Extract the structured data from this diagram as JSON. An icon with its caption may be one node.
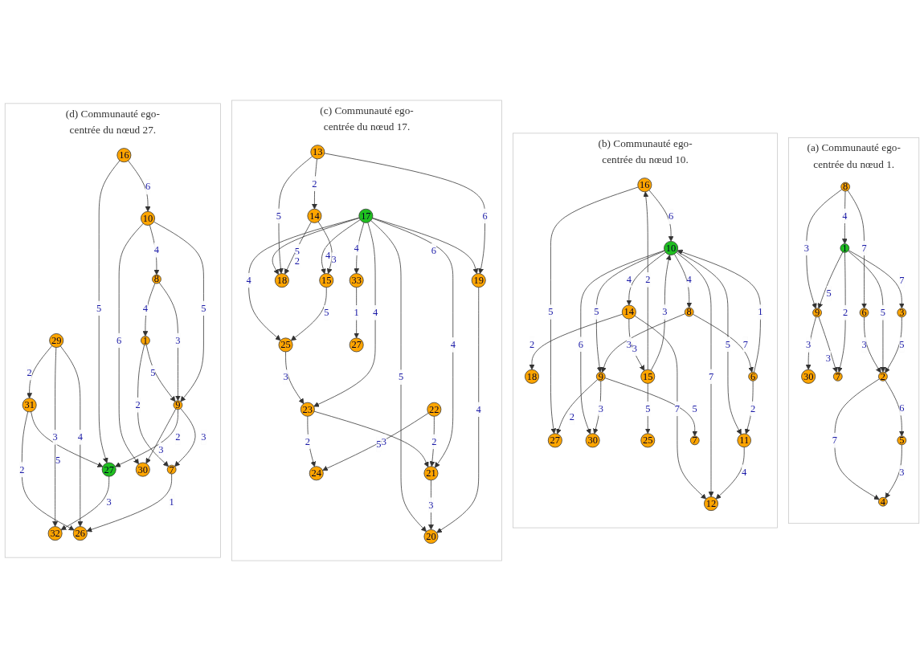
{
  "diagram": {
    "nodes": [
      {
        "text": [
          "(a) Communauté ego-centrée du nœud 1."
        ]
      },
      {
        "text": [
          "(b) Communauté ego-centrée du nœud 10."
        ]
      },
      {
        "text": [
          "(c) Communauté ego-centrée du nœud 17."
        ]
      },
      {
        "text": [
          "(d) Communauté ego-centrée du nœud 27."
        ]
      },
      {
        "text": [
          "30"
        ],
        "in": 0
      },
      {
        "text": [
          "8"
        ],
        "in": 0
      },
      {
        "text": [
          "9"
        ],
        "in": 0
      },
      {
        "text": [
          "6"
        ],
        "in": 0
      },
      {
        "text": [
          "1"
        ],
        "in": 0
      },
      {
        "text": [
          "7"
        ],
        "in": 0
      },
      {
        "text": [
          "2"
        ],
        "in": 0
      },
      {
        "text": [
          "3"
        ],
        "in": 0
      },
      {
        "text": [
          "5"
        ],
        "in": 0
      },
      {
        "text": [
          "4"
        ],
        "in": 0
      },
      {
        "text": [
          "18"
        ],
        "in": 1
      },
      {
        "text": [
          "16"
        ],
        "in": 1
      },
      {
        "text": [
          "27"
        ],
        "in": 1
      },
      {
        "text": [
          "15"
        ],
        "in": 1
      },
      {
        "text": [
          "30"
        ],
        "in": 1
      },
      {
        "text": [
          "10"
        ],
        "in": 1
      },
      {
        "text": [
          "14"
        ],
        "in": 1
      },
      {
        "text": [
          "6"
        ],
        "in": 1
      },
      {
        "text": [
          "12"
        ],
        "in": 1
      },
      {
        "text": [
          "7"
        ],
        "in": 1
      },
      {
        "text": [
          "11"
        ],
        "in": 1
      },
      {
        "text": [
          "8"
        ],
        "in": 1
      },
      {
        "text": [
          "25"
        ],
        "in": 1
      },
      {
        "text": [
          "9"
        ],
        "in": 1
      },
      {
        "text": [
          "25"
        ],
        "in": 2
      },
      {
        "text": [
          "23"
        ],
        "in": 2
      },
      {
        "text": [
          "24"
        ],
        "in": 2
      },
      {
        "text": [
          "22"
        ],
        "in": 2
      },
      {
        "text": [
          "18"
        ],
        "in": 2
      },
      {
        "text": [
          "17"
        ],
        "in": 2
      },
      {
        "text": [
          "21"
        ],
        "in": 2
      },
      {
        "text": [
          "13"
        ],
        "in": 2
      },
      {
        "text": [
          "20"
        ],
        "in": 2
      },
      {
        "text": [
          "14"
        ],
        "in": 2
      },
      {
        "text": [
          "19"
        ],
        "in": 2
      },
      {
        "text": [
          "15"
        ],
        "in": 2
      },
      {
        "text": [
          "33"
        ],
        "in": 2
      },
      {
        "text": [
          "27"
        ],
        "in": 2
      },
      {
        "text": [
          "29"
        ],
        "in": 3
      },
      {
        "text": [
          "31"
        ],
        "in": 3
      },
      {
        "text": [
          "30"
        ],
        "in": 3
      },
      {
        "text": [
          "32"
        ],
        "in": 3
      },
      {
        "text": [
          "26"
        ],
        "in": 3
      },
      {
        "text": [
          "27"
        ],
        "in": 3
      },
      {
        "text": [
          "1"
        ],
        "in": 3
      },
      {
        "text": [
          "16"
        ],
        "in": 3
      },
      {
        "text": [
          "7"
        ],
        "in": 3
      },
      {
        "text": [
          "10"
        ],
        "in": 3
      },
      {
        "text": [
          "8"
        ],
        "in": 3
      },
      {
        "text": [
          "9"
        ],
        "in": 3
      }
    ],
    "edges": [
      {
        "from": 5,
        "to": 6,
        "arrow": "to",
        "label": "3"
      },
      {
        "from": 6,
        "to": 4,
        "arrow": "to",
        "label": "3"
      },
      {
        "from": 6,
        "to": 9,
        "arrow": "to",
        "label": "3"
      },
      {
        "from": 5,
        "to": 7,
        "arrow": "to",
        "label": "7"
      },
      {
        "from": 5,
        "to": 8,
        "arrow": "to",
        "label": "4"
      },
      {
        "from": 8,
        "to": 6,
        "arrow": "to",
        "label": "5"
      },
      {
        "from": 8,
        "to": 9,
        "arrow": "to",
        "label": "2"
      },
      {
        "from": 7,
        "to": 10,
        "arrow": "to",
        "label": "3"
      },
      {
        "from": 8,
        "to": 10,
        "arrow": "to",
        "label": "5"
      },
      {
        "from": 8,
        "to": 11,
        "arrow": "to",
        "label": "7"
      },
      {
        "from": 11,
        "to": 10,
        "arrow": "to",
        "label": "5"
      },
      {
        "from": 10,
        "to": 12,
        "arrow": "to",
        "label": "6"
      },
      {
        "from": 10,
        "to": 13,
        "arrow": "to",
        "label": "7"
      },
      {
        "from": 12,
        "to": 13,
        "arrow": "to",
        "label": "3"
      },
      {
        "from": 15,
        "to": 16,
        "arrow": "to",
        "label": "5"
      },
      {
        "from": 17,
        "to": 15,
        "arrow": "to",
        "label": "2"
      },
      {
        "from": 20,
        "to": 14,
        "arrow": "to",
        "label": "2"
      },
      {
        "from": 15,
        "to": 19,
        "arrow": "to",
        "label": "6"
      },
      {
        "from": 17,
        "to": 19,
        "arrow": "to",
        "label": "3"
      },
      {
        "from": 19,
        "to": 18,
        "arrow": "to",
        "label": "6"
      },
      {
        "from": 21,
        "to": 19,
        "arrow": "to",
        "label": "1"
      },
      {
        "from": 19,
        "to": 20,
        "arrow": "to",
        "label": "4"
      },
      {
        "from": 20,
        "to": 17,
        "arrow": "to",
        "label": "3"
      },
      {
        "from": 20,
        "to": 22,
        "arrow": "to",
        "label": "7"
      },
      {
        "from": 19,
        "to": 22,
        "arrow": "to",
        "label": "7"
      },
      {
        "from": 17,
        "to": 26,
        "arrow": "to",
        "label": "5"
      },
      {
        "from": 19,
        "to": 24,
        "arrow": "to",
        "label": "5"
      },
      {
        "from": 21,
        "to": 24,
        "arrow": "to",
        "label": "2"
      },
      {
        "from": 19,
        "to": 27,
        "arrow": "to",
        "label": "5"
      },
      {
        "from": 19,
        "to": 25,
        "arrow": "to",
        "label": "4"
      },
      {
        "from": 24,
        "to": 22,
        "arrow": "to",
        "label": "4"
      },
      {
        "from": 27,
        "to": 16,
        "arrow": "to",
        "label": "2"
      },
      {
        "from": 27,
        "to": 18,
        "arrow": "to",
        "label": "3"
      },
      {
        "from": 25,
        "to": 21,
        "arrow": "to",
        "label": "7"
      },
      {
        "from": 27,
        "to": 23,
        "arrow": "to",
        "label": "5"
      },
      {
        "from": 25,
        "to": 27,
        "arrow": "to",
        "label": "3"
      },
      {
        "from": 28,
        "to": 29,
        "arrow": "to",
        "label": "3"
      },
      {
        "from": 29,
        "to": 30,
        "arrow": "to",
        "label": "2"
      },
      {
        "from": 31,
        "to": 30,
        "arrow": "to",
        "label": "3"
      },
      {
        "from": 33,
        "to": 29,
        "arrow": "to",
        "label": "4"
      },
      {
        "from": 33,
        "to": 28,
        "arrow": "to",
        "label": "4"
      },
      {
        "from": 39,
        "to": 28,
        "arrow": "to",
        "label": "5"
      },
      {
        "from": 29,
        "to": 34,
        "arrow": "to",
        "label": "5"
      },
      {
        "from": 31,
        "to": 34,
        "arrow": "to",
        "label": "2"
      },
      {
        "from": 33,
        "to": 32,
        "arrow": "to",
        "label": "5"
      },
      {
        "from": 33,
        "to": 34,
        "arrow": "to",
        "label": "4"
      },
      {
        "from": 35,
        "to": 32,
        "arrow": "to",
        "label": "5"
      },
      {
        "from": 37,
        "to": 32,
        "arrow": "to",
        "label": "2"
      },
      {
        "from": 35,
        "to": 37,
        "arrow": "to",
        "label": "2"
      },
      {
        "from": 33,
        "to": 36,
        "arrow": "to",
        "label": "5"
      },
      {
        "from": 34,
        "to": 36,
        "arrow": "to",
        "label": "3"
      },
      {
        "from": 33,
        "to": 38,
        "arrow": "to",
        "label": "6"
      },
      {
        "from": 35,
        "to": 38,
        "arrow": "to",
        "label": "6"
      },
      {
        "from": 33,
        "to": 39,
        "arrow": "to",
        "label": "4"
      },
      {
        "from": 37,
        "to": 39,
        "arrow": "to",
        "label": "3"
      },
      {
        "from": 38,
        "to": 36,
        "arrow": "to",
        "label": "4"
      },
      {
        "from": 33,
        "to": 40,
        "arrow": "to",
        "label": "4"
      },
      {
        "from": 40,
        "to": 41,
        "arrow": "to",
        "label": "1"
      },
      {
        "from": 42,
        "to": 43,
        "arrow": "to",
        "label": "2"
      },
      {
        "from": 42,
        "to": 45,
        "arrow": "to",
        "label": "3"
      },
      {
        "from": 42,
        "to": 46,
        "arrow": "to",
        "label": "4"
      },
      {
        "from": 43,
        "to": 46,
        "arrow": "to",
        "label": "2"
      },
      {
        "from": 43,
        "to": 47,
        "arrow": "to",
        "label": "5"
      },
      {
        "from": 47,
        "to": 45,
        "arrow": "to",
        "label": "3"
      },
      {
        "from": 50,
        "to": 46,
        "arrow": "to",
        "label": "1"
      },
      {
        "from": 49,
        "to": 47,
        "arrow": "to",
        "label": "5"
      },
      {
        "from": 49,
        "to": 51,
        "arrow": "to",
        "label": "6"
      },
      {
        "from": 51,
        "to": 44,
        "arrow": "to",
        "label": "6"
      },
      {
        "from": 53,
        "to": 44,
        "arrow": "to",
        "label": "3"
      },
      {
        "from": 53,
        "to": 47,
        "arrow": "to",
        "label": "2"
      },
      {
        "from": 48,
        "to": 50,
        "arrow": "to",
        "label": "2"
      },
      {
        "from": 52,
        "to": 48,
        "arrow": "to",
        "label": "4"
      },
      {
        "from": 48,
        "to": 53,
        "arrow": "to",
        "label": "5"
      },
      {
        "from": 51,
        "to": 52,
        "arrow": "to",
        "label": "4"
      },
      {
        "from": 51,
        "to": 53,
        "arrow": "to",
        "label": "5"
      },
      {
        "from": 52,
        "to": 53,
        "arrow": "to",
        "label": "3"
      },
      {
        "from": 53,
        "to": 50,
        "arrow": "to",
        "label": "3"
      }
    ]
  }
}
